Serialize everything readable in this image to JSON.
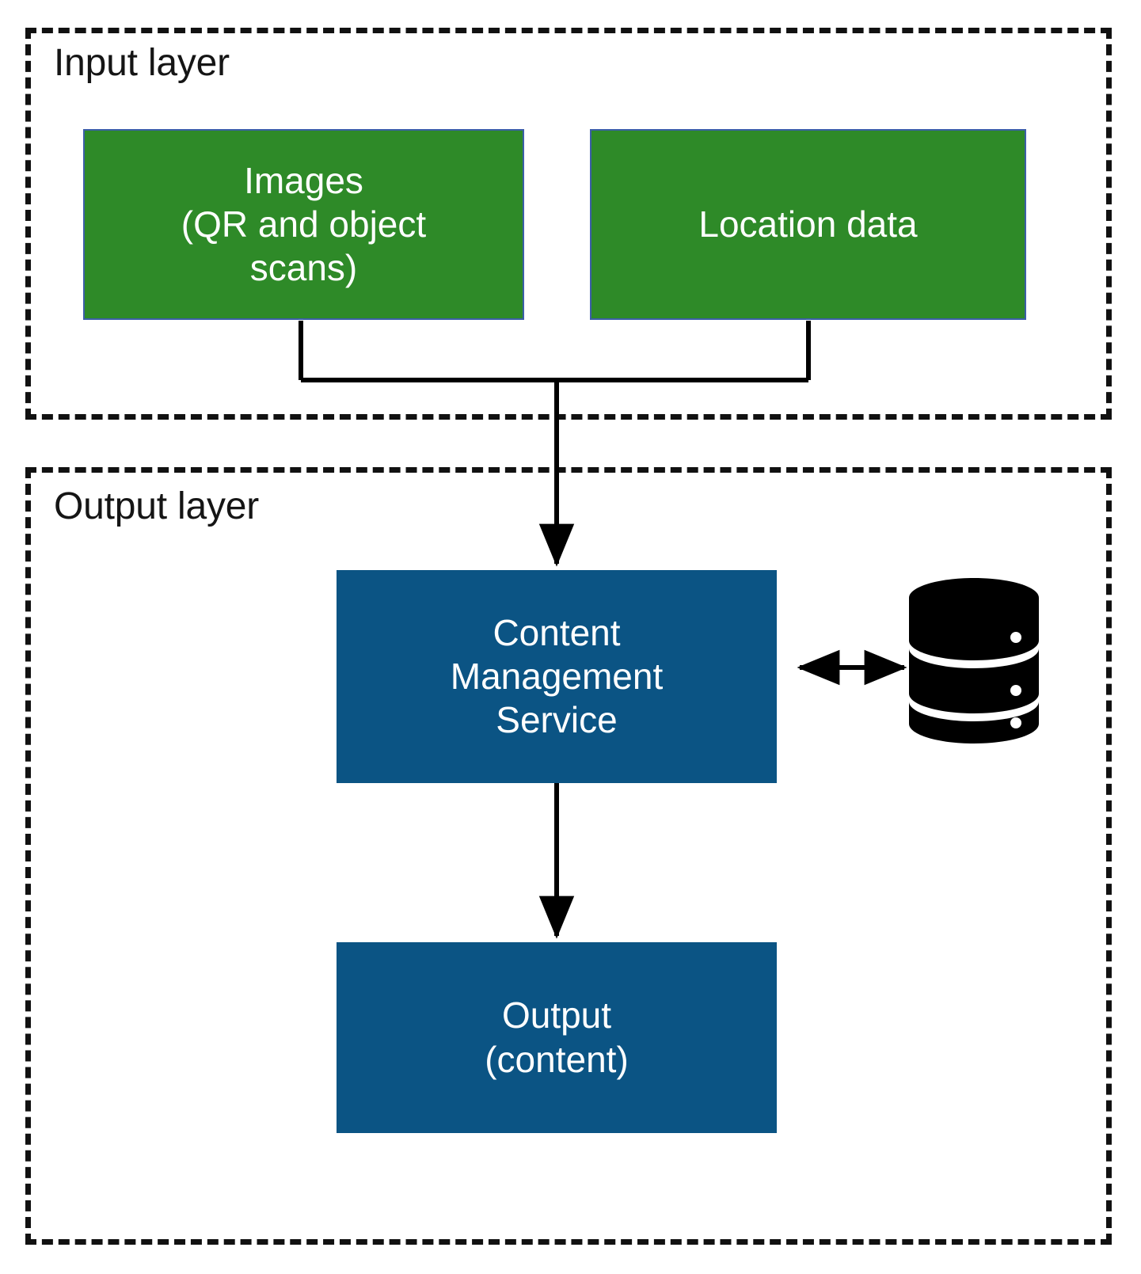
{
  "diagram": {
    "title": "Input layer / Output layer content architecture",
    "background_color": "#ffffff",
    "layers": [
      {
        "id": "input-layer",
        "label": "Input layer",
        "border_style": "dashed",
        "border_color": "#111111"
      },
      {
        "id": "output-layer",
        "label": "Output layer",
        "border_style": "dashed",
        "border_color": "#111111"
      }
    ],
    "nodes": [
      {
        "id": "images",
        "lines": [
          "Images",
          "(QR and object",
          "scans)"
        ],
        "fill_color": "#2E8A28",
        "border_color": "#3C5FA8",
        "text_color": "#ffffff",
        "layer": "input-layer"
      },
      {
        "id": "location-data",
        "lines": [
          "Location data"
        ],
        "fill_color": "#2E8A28",
        "border_color": "#3C5FA8",
        "text_color": "#ffffff",
        "layer": "input-layer"
      },
      {
        "id": "content-management-service",
        "lines": [
          "Content",
          "Management",
          "Service"
        ],
        "fill_color": "#0B5484",
        "border_color": "#0B5484",
        "text_color": "#ffffff",
        "layer": "output-layer"
      },
      {
        "id": "output-content",
        "lines": [
          "Output",
          "(content)"
        ],
        "fill_color": "#0B5484",
        "border_color": "#0B5484",
        "text_color": "#ffffff",
        "layer": "output-layer"
      }
    ],
    "icons": [
      {
        "id": "database",
        "name": "database-cylinder-icon",
        "color": "#000000",
        "segments": 3,
        "layer": "output-layer"
      }
    ],
    "connectors": [
      {
        "id": "images-to-cms",
        "from": "images",
        "to": "content-management-service",
        "style": "elbow",
        "arrowheads": "end",
        "color": "#000000"
      },
      {
        "id": "location-to-cms",
        "from": "location-data",
        "to": "content-management-service",
        "style": "elbow",
        "arrowheads": "end",
        "color": "#000000"
      },
      {
        "id": "cms-to-database",
        "from": "content-management-service",
        "to": "database",
        "style": "straight",
        "arrowheads": "both",
        "color": "#000000"
      },
      {
        "id": "cms-to-output",
        "from": "content-management-service",
        "to": "output-content",
        "style": "straight",
        "arrowheads": "end",
        "color": "#000000"
      }
    ]
  }
}
